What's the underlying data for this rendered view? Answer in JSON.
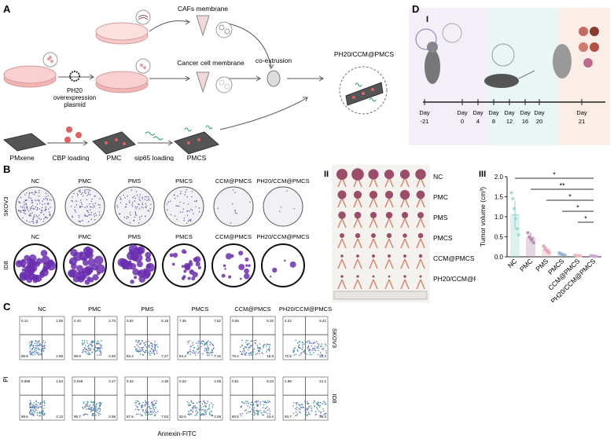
{
  "panelA": {
    "letter": "A",
    "cafs": "CAFs membrane",
    "cancer": "Cancer cell membrane",
    "coext": "co-extrusion",
    "product": "PH20/CCM@PMCS",
    "plasmid": [
      "PH20",
      "overexpression",
      "plasmid"
    ],
    "pmxene": "PMxene",
    "cbp": "CBP loading",
    "pmc": "PMC",
    "sip": "sip65 loading",
    "pmcs": "PMCS"
  },
  "panelB": {
    "letter": "B",
    "groups": [
      "NC",
      "PMC",
      "PMS",
      "PMCS",
      "CCM@PMCS",
      "PH20/CCM@PMCS"
    ],
    "rows": [
      "SKOV3",
      "ID8"
    ]
  },
  "panelC": {
    "letter": "C",
    "groups": [
      "NC",
      "PMC",
      "PMS",
      "PMCS",
      "CCM@PMCS",
      "PH20/CCM@PMCS"
    ],
    "rows": [
      "SKOV3",
      "ID8"
    ],
    "ylabel": "PI",
    "xlabel": "Annexin-FITC",
    "quadrants": [
      [
        [
          "0.14",
          "1.06",
          "95.8",
          "2.99"
        ],
        [
          "2.44",
          "2.73",
          "90.6",
          "2.93"
        ],
        [
          "3.52",
          "6.18",
          "82.2",
          "7.27"
        ],
        [
          "7.35",
          "7.52",
          "84.3",
          "7.15"
        ],
        [
          "0.05",
          "6.32",
          "76.4",
          "16.8"
        ],
        [
          "4.24",
          "5.41",
          "72.8",
          "22.4"
        ]
      ],
      [
        [
          "0.059",
          "1.53",
          "98.5",
          "2.13"
        ],
        [
          "0.048",
          "2.17",
          "95.7",
          "2.58"
        ],
        [
          "0.34",
          "4.38",
          "87.6",
          "7.53"
        ],
        [
          "0.22",
          "4.08",
          "92.6",
          "4.08"
        ],
        [
          "0.51",
          "8.33",
          "80.5",
          "24.0"
        ],
        [
          "1.99",
          "12.1",
          "40.7",
          "45.3"
        ]
      ]
    ]
  },
  "panelD": {
    "letter": "D",
    "sub1": "I",
    "days": [
      {
        "label": "Day",
        "num": "-21"
      },
      {
        "label": "Day",
        "num": "0"
      },
      {
        "label": "Day",
        "num": "4"
      },
      {
        "label": "Day",
        "num": "8"
      },
      {
        "label": "Day",
        "num": "12"
      },
      {
        "label": "Day",
        "num": "16"
      },
      {
        "label": "Day",
        "num": "20"
      },
      {
        "label": "Day",
        "num": "21"
      }
    ],
    "sub2": "II",
    "tumor_labels": [
      "NC",
      "PMC",
      "PMS",
      "PMCS",
      "CCM@PMCS",
      "PH20/CCM@PMCS"
    ],
    "sub3": "III"
  },
  "chart_data": {
    "type": "bar",
    "categories": [
      "NC",
      "PMC",
      "PMS",
      "PMCS",
      "CCM@PMCS",
      "PH20/CCM@PMCS"
    ],
    "values": [
      1.05,
      0.48,
      0.18,
      0.07,
      0.03,
      0.02
    ],
    "errors": [
      0.35,
      0.12,
      0.07,
      0.03,
      0.01,
      0.01
    ],
    "points": [
      [
        1.6,
        1.45,
        1.2,
        0.95,
        0.7,
        0.55
      ],
      [
        0.6,
        0.5,
        0.45,
        0.42,
        0.35
      ],
      [
        0.27,
        0.22,
        0.16,
        0.12,
        0.1
      ],
      [
        0.1,
        0.08,
        0.06,
        0.05,
        0.04
      ],
      [
        0.04,
        0.03,
        0.03,
        0.02,
        0.02
      ],
      [
        0.03,
        0.02,
        0.02,
        0.01,
        0.01
      ]
    ],
    "colors": [
      "#9ed9cf",
      "#b98cb4",
      "#e8a7b3",
      "#9ab7d6",
      "#f0b7c2",
      "#c9a6cf"
    ],
    "ylabel": "Tumor volume (cm³)",
    "ylim": [
      0,
      2.0
    ],
    "yticks": [
      "0.0",
      "0.5",
      "1.0",
      "1.5",
      "2.0"
    ],
    "sig": [
      {
        "from": 0,
        "to": 5,
        "label": "*"
      },
      {
        "from": 1,
        "to": 5,
        "label": "**"
      },
      {
        "from": 2,
        "to": 5,
        "label": "*"
      },
      {
        "from": 3,
        "to": 5,
        "label": "*"
      },
      {
        "from": 4,
        "to": 5,
        "label": "*"
      }
    ]
  }
}
